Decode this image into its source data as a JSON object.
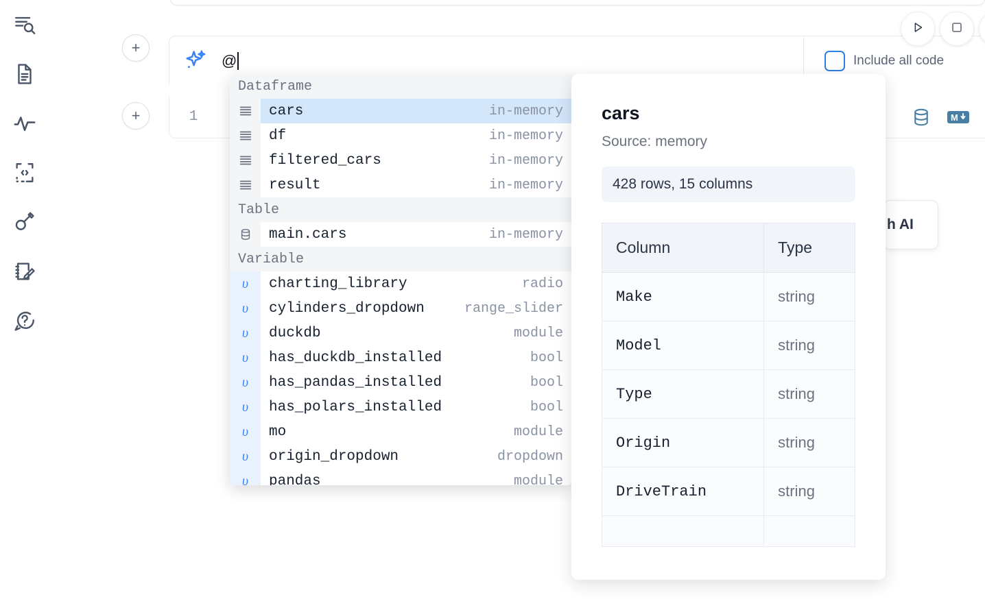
{
  "rail": {
    "items": [
      {
        "icon": "file-search-icon",
        "name": "sidebar-item-explorer"
      },
      {
        "icon": "document-icon",
        "name": "sidebar-item-documentation"
      },
      {
        "icon": "activity-icon",
        "name": "sidebar-item-activity"
      },
      {
        "icon": "code-snippet-icon",
        "name": "sidebar-item-snippets"
      },
      {
        "icon": "key-icon",
        "name": "sidebar-item-secrets"
      },
      {
        "icon": "notebook-edit-icon",
        "name": "sidebar-item-scratchpad"
      },
      {
        "icon": "help-chat-icon",
        "name": "sidebar-item-help"
      }
    ]
  },
  "toolbar": {
    "add_cell_label": "+",
    "run_icon": "play-icon",
    "stop_icon": "square-icon",
    "include_all_code_label": "Include all code",
    "include_all_code_checked": false,
    "database_icon": "database-icon",
    "markdown_icon": "markdown-icon"
  },
  "prompt": {
    "sparkle_icon": "sparkle-icon",
    "value": "@",
    "placeholder": ""
  },
  "code_cell": {
    "line_number": "1"
  },
  "ai_card": {
    "label": "h AI"
  },
  "dropdown": {
    "groups": [
      {
        "label": "Dataframe",
        "icon": "dataframe-icon",
        "kind": "df",
        "items": [
          {
            "name": "cars",
            "type": "in-memory",
            "selected": true
          },
          {
            "name": "df",
            "type": "in-memory",
            "selected": false
          },
          {
            "name": "filtered_cars",
            "type": "in-memory",
            "selected": false
          },
          {
            "name": "result",
            "type": "in-memory",
            "selected": false
          }
        ]
      },
      {
        "label": "Table",
        "icon": "table-icon",
        "kind": "tbl",
        "items": [
          {
            "name": "main.cars",
            "type": "in-memory",
            "selected": false
          }
        ]
      },
      {
        "label": "Variable",
        "icon": "variable-icon",
        "kind": "var",
        "items": [
          {
            "name": "charting_library",
            "type": "radio",
            "selected": false
          },
          {
            "name": "cylinders_dropdown",
            "type": "range_slider",
            "selected": false
          },
          {
            "name": "duckdb",
            "type": "module",
            "selected": false
          },
          {
            "name": "has_duckdb_installed",
            "type": "bool",
            "selected": false
          },
          {
            "name": "has_pandas_installed",
            "type": "bool",
            "selected": false
          },
          {
            "name": "has_polars_installed",
            "type": "bool",
            "selected": false
          },
          {
            "name": "mo",
            "type": "module",
            "selected": false
          },
          {
            "name": "origin_dropdown",
            "type": "dropdown",
            "selected": false
          },
          {
            "name": "pandas",
            "type": "module",
            "selected": false
          }
        ]
      }
    ],
    "variable_glyph": "υ"
  },
  "detail": {
    "title": "cars",
    "source": "Source: memory",
    "shape": "428 rows, 15 columns",
    "columns_header": "Column",
    "type_header": "Type",
    "rows": [
      {
        "column": "Make",
        "type": "string"
      },
      {
        "column": "Model",
        "type": "string"
      },
      {
        "column": "Type",
        "type": "string"
      },
      {
        "column": "Origin",
        "type": "string"
      },
      {
        "column": "DriveTrain",
        "type": "string"
      },
      {
        "column": "",
        "type": ""
      }
    ]
  },
  "colors": {
    "accent": "#2f7de1",
    "selection": "#d4e6fa",
    "variable_gutter": "#eaf3fd",
    "section_bg": "#f3f5f7",
    "muted_text": "#8a93a3"
  }
}
